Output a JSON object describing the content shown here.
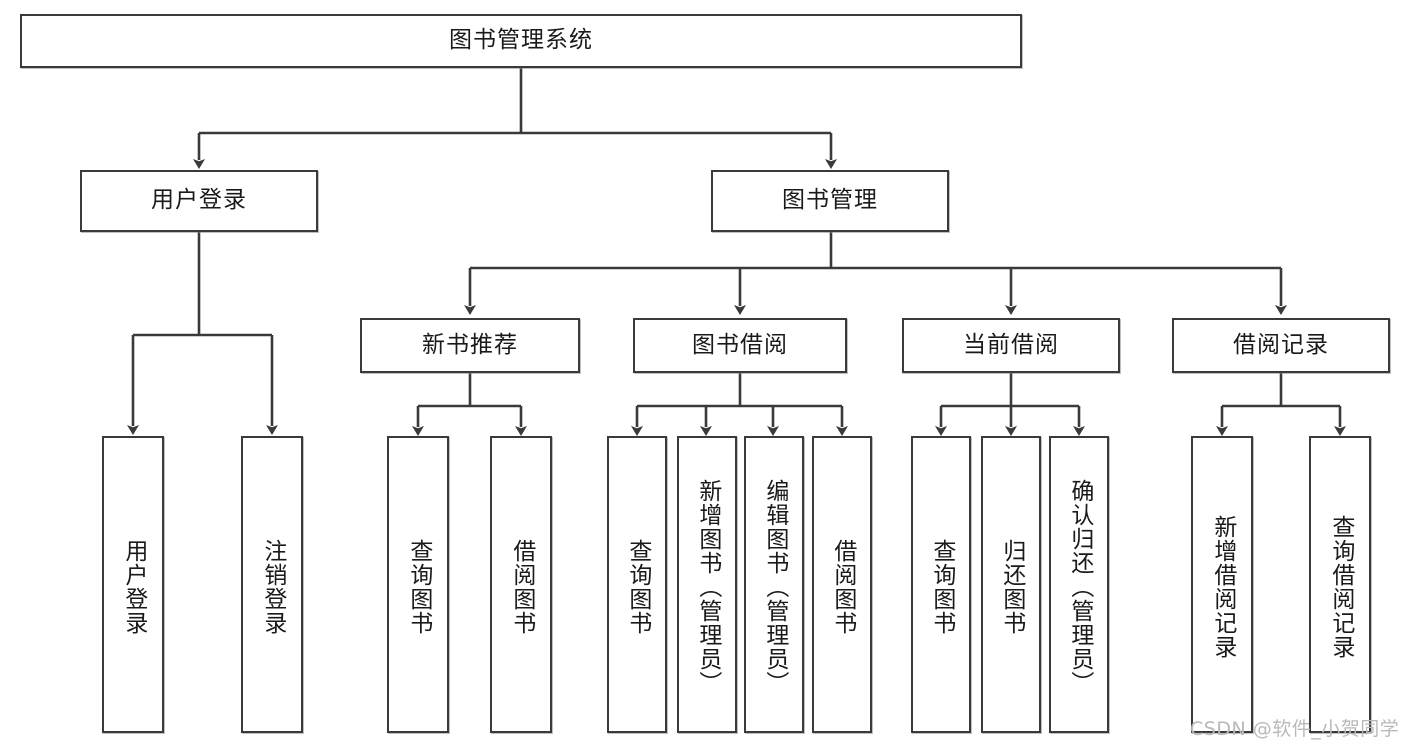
{
  "diagram": {
    "title": "图书管理系统",
    "type": "tree",
    "orientation": "top-down",
    "root": {
      "label": "图书管理系统",
      "children": [
        {
          "label": "用户登录",
          "children": [
            {
              "label": "用户登录"
            },
            {
              "label": "注销登录"
            }
          ]
        },
        {
          "label": "图书管理",
          "children": [
            {
              "label": "新书推荐",
              "children": [
                {
                  "label": "查询图书"
                },
                {
                  "label": "借阅图书"
                }
              ]
            },
            {
              "label": "图书借阅",
              "children": [
                {
                  "label": "查询图书"
                },
                {
                  "label": "新增图书（管理员）"
                },
                {
                  "label": "编辑图书（管理员）"
                },
                {
                  "label": "借阅图书"
                }
              ]
            },
            {
              "label": "当前借阅",
              "children": [
                {
                  "label": "查询图书"
                },
                {
                  "label": "归还图书"
                },
                {
                  "label": "确认归还（管理员）"
                }
              ]
            },
            {
              "label": "借阅记录",
              "children": [
                {
                  "label": "新增借阅记录"
                },
                {
                  "label": "查询借阅记录"
                }
              ]
            }
          ]
        }
      ]
    }
  },
  "nodes": {
    "root": "图书管理系统",
    "l1_user_login": "用户登录",
    "l1_book_mgmt": "图书管理",
    "l2_new_book": "新书推荐",
    "l2_borrow": "图书借阅",
    "l2_current": "当前借阅",
    "l2_records": "借阅记录",
    "leaf_user_login": "用户登录",
    "leaf_logout": "注销登录",
    "leaf_nb_query": "查询图书",
    "leaf_nb_borrow": "借阅图书",
    "leaf_bw_query": "查询图书",
    "leaf_bw_add": "新增图书（管理员）",
    "leaf_bw_edit": "编辑图书（管理员）",
    "leaf_bw_borrow": "借阅图书",
    "leaf_cur_query": "查询图书",
    "leaf_cur_return": "归还图书",
    "leaf_cur_confirm": "确认归还（管理员）",
    "leaf_rec_add": "新增借阅记录",
    "leaf_rec_query": "查询借阅记录"
  },
  "watermark": {
    "text": "CSDN @软件_小贺同学"
  },
  "colors": {
    "stroke": "#3a3a3a",
    "fill": "#ffffff",
    "text": "#1a1a1a",
    "watermark": "#b9b9b9"
  }
}
